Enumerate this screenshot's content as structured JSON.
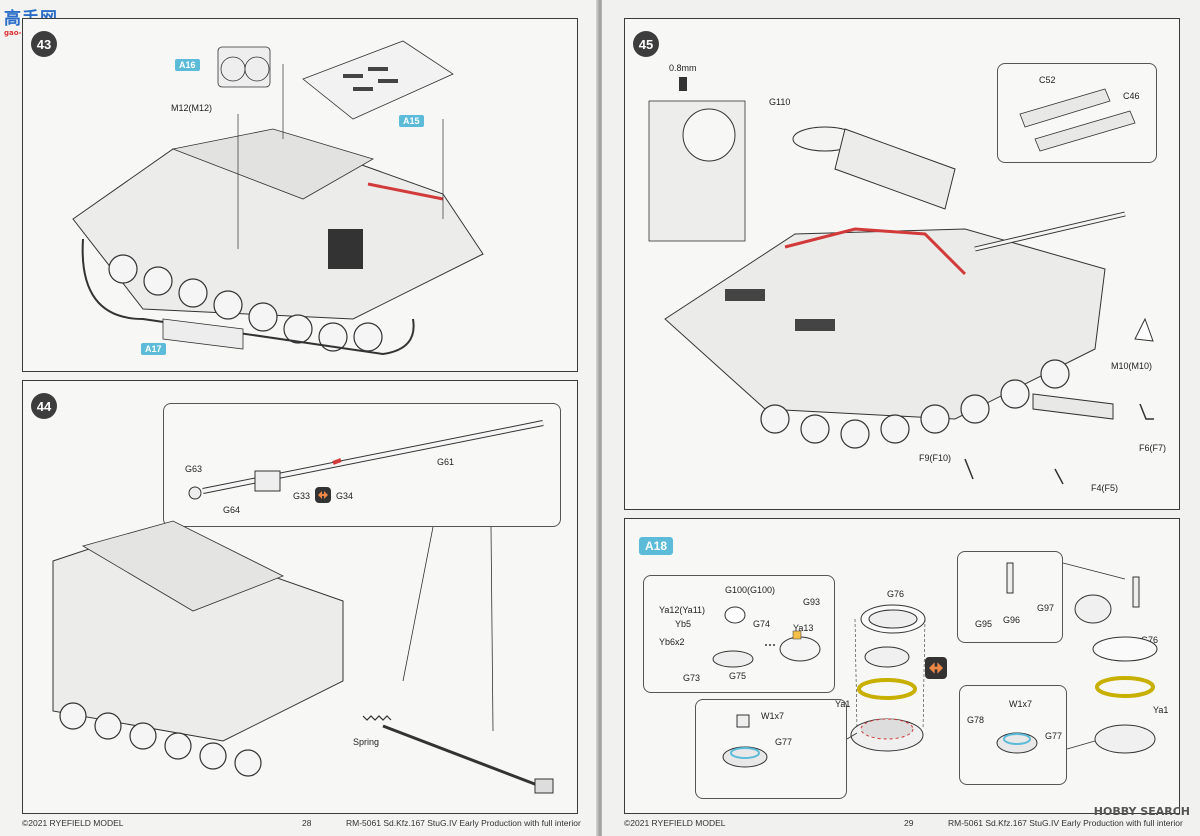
{
  "watermark": {
    "main": "高手网",
    "sub": "gao-shou.com"
  },
  "left_page": {
    "footer_copyright": "©2021 RYEFIELD MODEL",
    "page_number": "28",
    "footer_title": "RM-5061 Sd.Kfz.167 StuG.IV Early Production with full interior",
    "step43": {
      "number": "43",
      "labels": {
        "a16": "A16",
        "m12": "M12(M12)",
        "a15": "A15",
        "a17": "A17"
      }
    },
    "step44": {
      "number": "44",
      "labels": {
        "g63": "G63",
        "g64": "G64",
        "g33": "G33",
        "g34": "G34",
        "g61": "G61",
        "spring": "Spring"
      }
    }
  },
  "right_page": {
    "footer_copyright": "©2021 RYEFIELD MODEL",
    "page_number": "29",
    "footer_title": "RM-5061 Sd.Kfz.167 StuG.IV Early Production with full interior",
    "step45": {
      "number": "45",
      "labels": {
        "mm": "0.8mm",
        "g110": "G110",
        "c52": "C52",
        "c46": "C46",
        "m10": "M10(M10)",
        "f6": "F6(F7)",
        "f9": "F9(F10)",
        "f4": "F4(F5)"
      }
    },
    "a18": {
      "tag": "A18",
      "labels": {
        "g100": "G100(G100)",
        "ya12": "Ya12(Ya11)",
        "yb5": "Yb5",
        "yb6": "Yb6x2",
        "g74": "G74",
        "g73": "G73",
        "g75": "G75",
        "g93": "G93",
        "ya13": "Ya13",
        "g76a": "G76",
        "g95": "G95",
        "g96": "G96",
        "g97": "G97",
        "g76b": "G76",
        "ya1a": "Ya1",
        "w1a": "W1x7",
        "g77a": "G77",
        "g78": "G78",
        "w1b": "W1x7",
        "g77b": "G77",
        "ya1b": "Ya1"
      }
    },
    "hobby_search": "HOBBY SEARCH"
  },
  "colors": {
    "accent_blue": "#5bbbd9",
    "red_line": "#d23a3a",
    "dark": "#3d3d3d",
    "yellow": "#f4e36a"
  }
}
